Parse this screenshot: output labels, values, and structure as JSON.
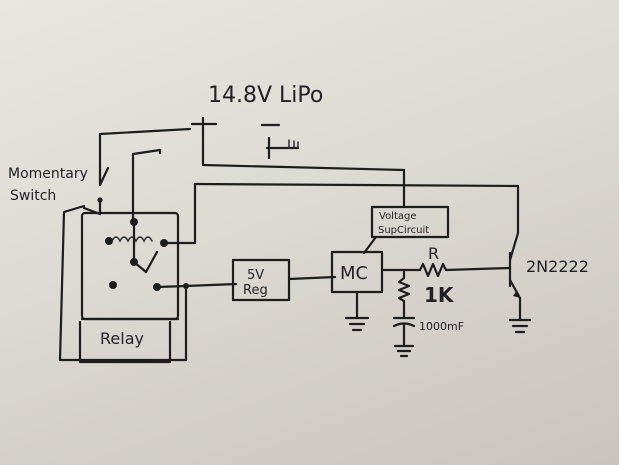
{
  "battery": {
    "label": "14.8V LiPo"
  },
  "switch": {
    "label_line1": "Momentary",
    "label_line2": "Switch"
  },
  "relay": {
    "label": "Relay"
  },
  "regulator": {
    "label_line1": "5V",
    "label_line2": "Reg"
  },
  "microcontroller": {
    "label": "MC"
  },
  "voltage_sup": {
    "label_line1": "Voltage",
    "label_line2": "SupCircuit"
  },
  "resistor": {
    "name": "R",
    "value": "1K"
  },
  "capacitor": {
    "value": "1000mF"
  },
  "transistor": {
    "label": "2N2222"
  }
}
